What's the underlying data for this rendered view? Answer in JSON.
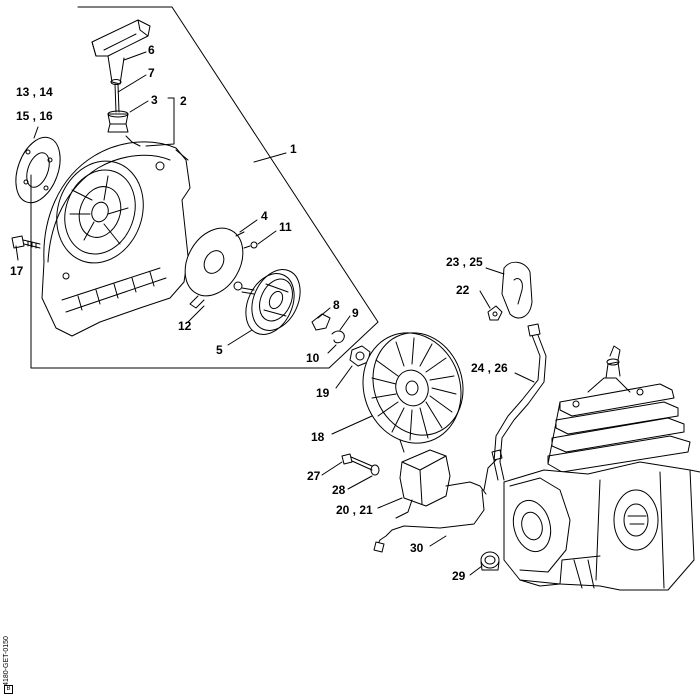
{
  "diagram": {
    "labels": {
      "p1": "1",
      "p2": "2",
      "p3": "3",
      "p4": "4",
      "p5": "5",
      "p6": "6",
      "p7": "7",
      "p8": "8",
      "p9": "9",
      "p10": "10",
      "p11": "11",
      "p12": "12",
      "p13_14": "13 , 14",
      "p15_16": "15 , 16",
      "p17": "17",
      "p18": "18",
      "p19": "19",
      "p20_21": "20 , 21",
      "p22": "22",
      "p23_25": "23 , 25",
      "p24_26": "24 , 26",
      "p27": "27",
      "p28": "28",
      "p29": "29",
      "p30": "30"
    },
    "drawing_code": "4180-GET-0150",
    "corner_symbol": "B"
  }
}
